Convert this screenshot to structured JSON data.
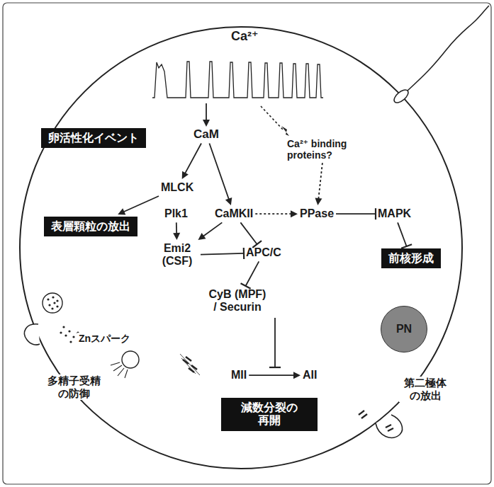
{
  "diagram": {
    "nodes": [
      {
        "text": [
          "卵活性化イベント"
        ]
      },
      {
        "text": [
          "CaM"
        ]
      },
      {
        "text": [
          "Ca²⁺ binding proteins?"
        ]
      },
      {
        "text": [
          "MLCK"
        ]
      },
      {
        "text": [
          "表層顆粒の放出"
        ]
      },
      {
        "text": [
          "Plk1"
        ]
      },
      {
        "text": [
          "CaMKII"
        ]
      },
      {
        "text": [
          "PPase"
        ]
      },
      {
        "text": [
          "MAPK"
        ]
      },
      {
        "text": [
          "Emi2 (CSF)"
        ]
      },
      {
        "text": [
          "APC/C"
        ]
      },
      {
        "text": [
          "前核形成"
        ]
      },
      {
        "text": [
          "CyB (MPF) / Securin"
        ]
      },
      {
        "text": [
          "PN"
        ]
      },
      {
        "text": [
          "MII"
        ]
      },
      {
        "text": [
          "AII"
        ]
      },
      {
        "text": [
          "減数分裂の 再開"
        ]
      }
    ],
    "edges": [
      {
        "from": 1,
        "to": 3,
        "arrow": "to"
      },
      {
        "from": 1,
        "to": 6,
        "arrow": "to"
      },
      {
        "from": 3,
        "to": 4,
        "arrow": "to"
      },
      {
        "from": 5,
        "to": 9,
        "arrow": "to"
      },
      {
        "from": 6,
        "to": 9,
        "arrow": "to"
      },
      {
        "from": 6,
        "to": 10,
        "arrow": "to"
      },
      {
        "from": 6,
        "to": 7,
        "arrow": "to"
      },
      {
        "from": 2,
        "to": 7,
        "arrow": "to"
      },
      {
        "from": 7,
        "to": 8,
        "arrow": "to"
      },
      {
        "from": 8,
        "to": 11,
        "arrow": "to"
      },
      {
        "from": 9,
        "to": 10,
        "arrow": "to"
      },
      {
        "from": 10,
        "to": 12,
        "arrow": "to"
      },
      {
        "from": 14,
        "to": 15,
        "arrow": "to"
      }
    ],
    "labels": [
      "Ca²⁺",
      "Znスパーク",
      "多精子受精 の防御",
      "第二極体 の放出"
    ]
  }
}
